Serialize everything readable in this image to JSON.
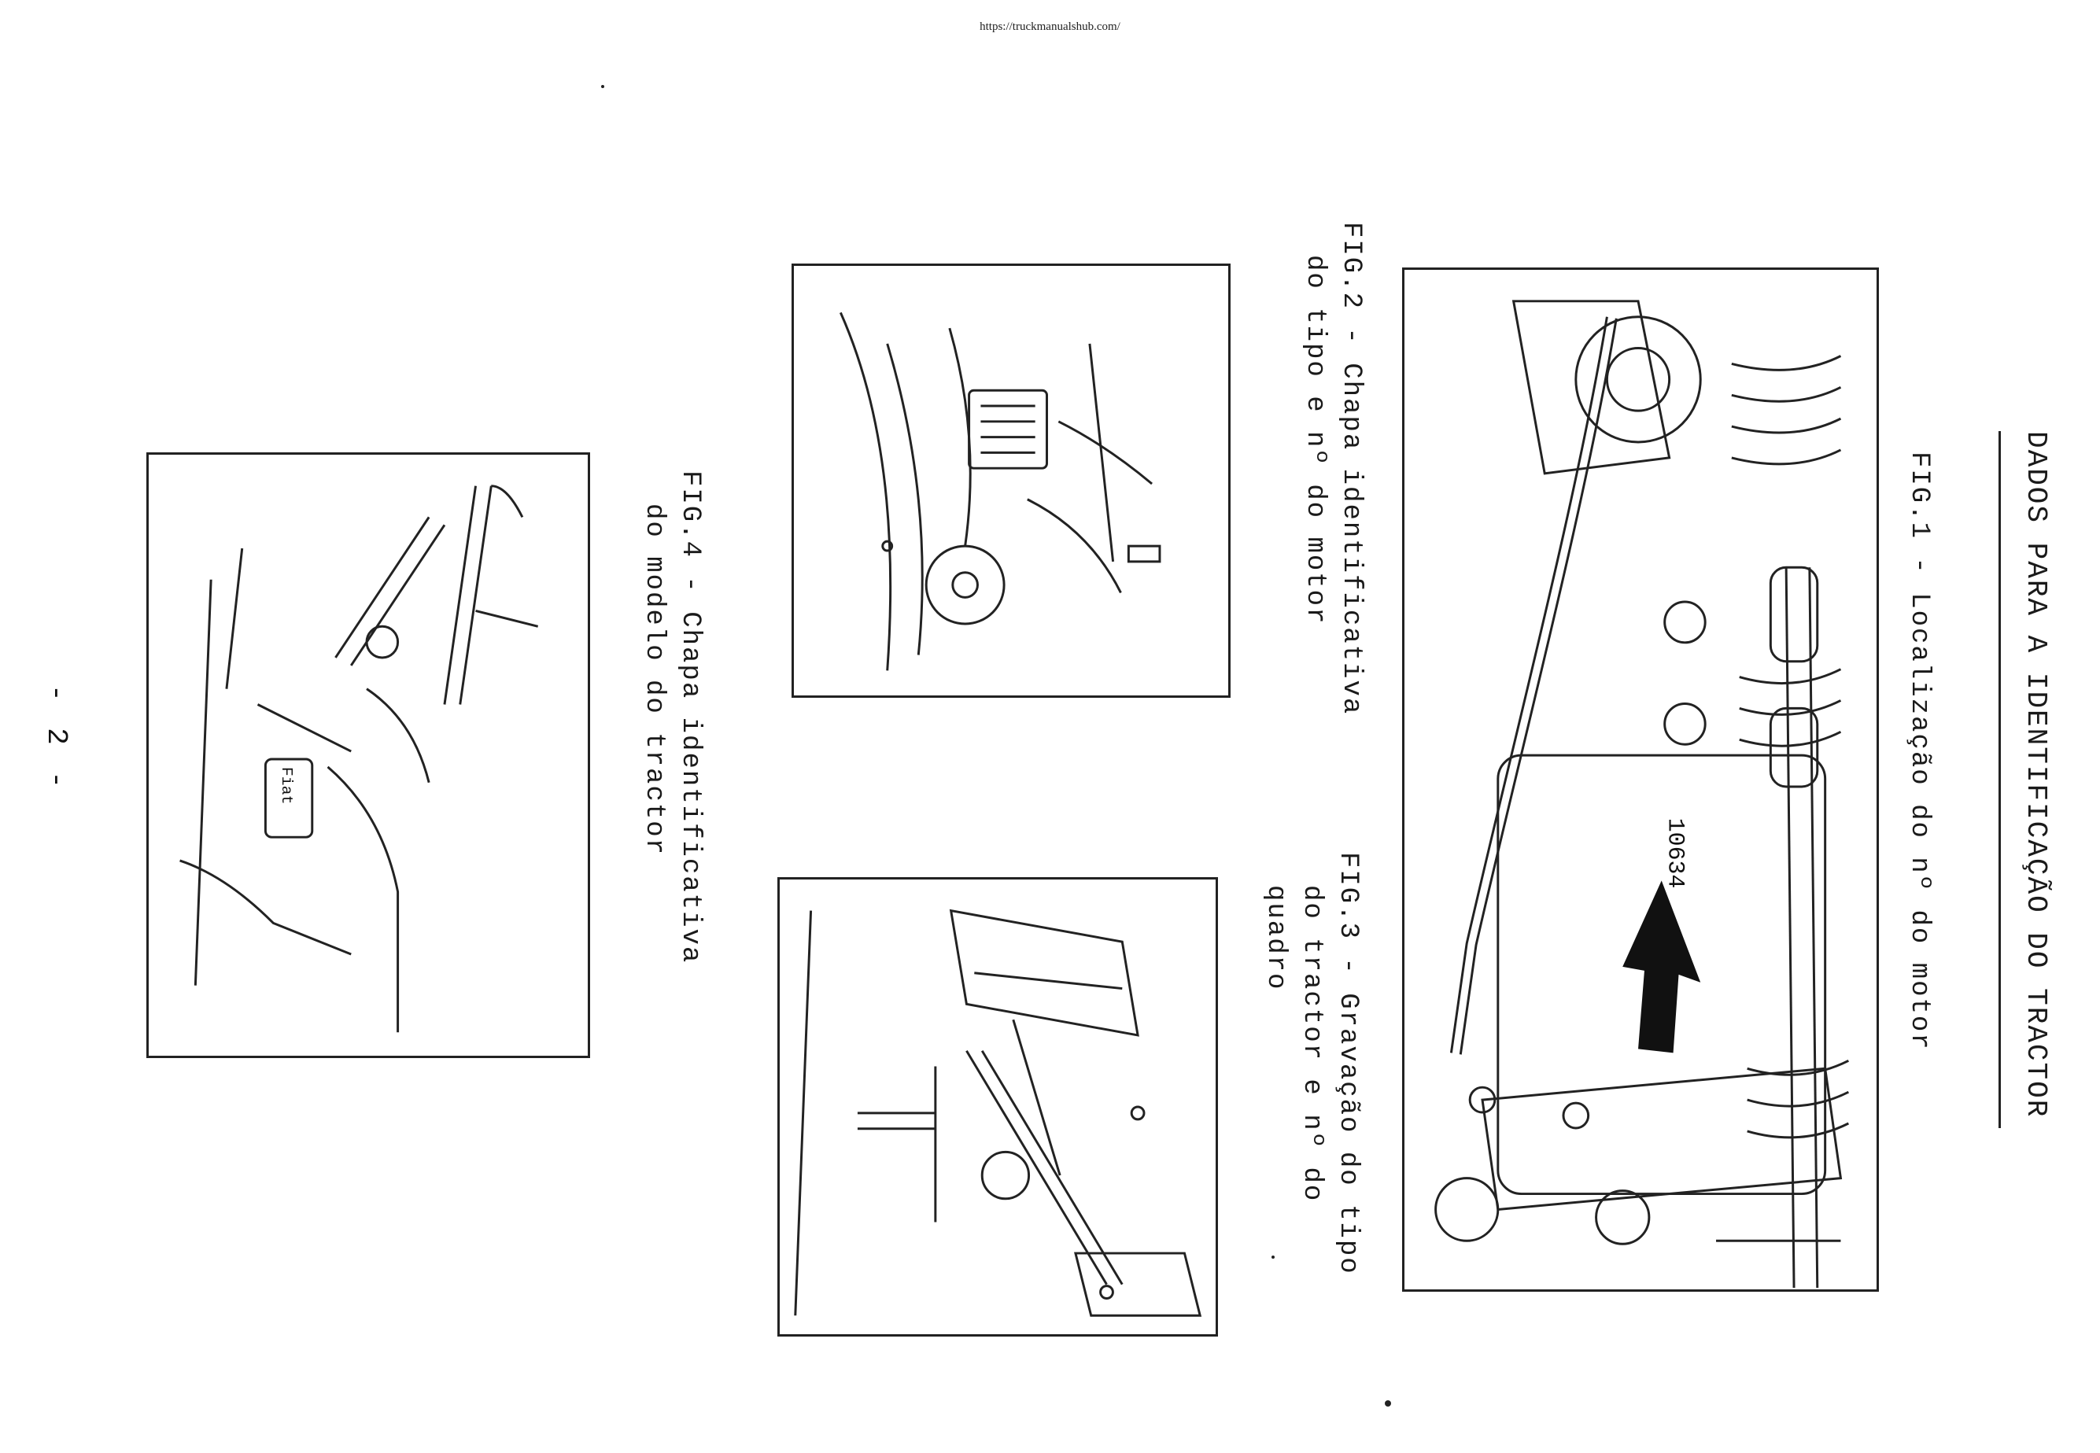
{
  "header": {
    "url": "https://truckmanualshub.com/"
  },
  "page": {
    "title": "DADOS PARA A IDENTIFICAÇÃO DO TRACTOR",
    "page_number": "- 2 -"
  },
  "figures": [
    {
      "id": "fig1",
      "caption_lines": [
        "FIG.1 - Localização do nº do motor"
      ],
      "number_label": "10634"
    },
    {
      "id": "fig2",
      "caption_lines": [
        "FIG.2 - Chapa identificativa",
        "do tipo e nº do motor"
      ],
      "plate_label": ""
    },
    {
      "id": "fig3",
      "caption_lines": [
        "FIG.3 - Gravação do tipo",
        "do tractor e nº do",
        "quadro"
      ]
    },
    {
      "id": "fig4",
      "caption_lines": [
        "FIG.4 - Chapa identificativa",
        "do modelo do tractor"
      ],
      "plate_label": "Fiat"
    }
  ],
  "icons": {
    "fig1_arrow": "arrow-pointer-icon"
  }
}
